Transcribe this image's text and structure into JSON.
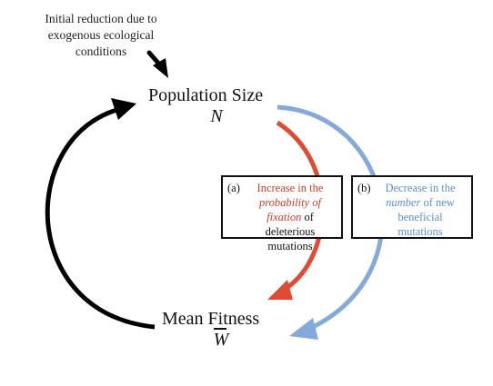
{
  "note": {
    "line1": "Initial reduction due to",
    "line2": "exogenous ecological",
    "line3": "conditions"
  },
  "top_node": {
    "title": "Population Size",
    "symbol": "N"
  },
  "bottom_node": {
    "title": "Mean Fitness",
    "symbol_base": "W",
    "symbol_bar": "̄"
  },
  "box_a": {
    "tag": "(a)",
    "text1": "Increase in the",
    "text2_italic": "probability of",
    "text3_italic": "fixation",
    "text3_rest": " of",
    "text4": "deleterious mutations"
  },
  "box_b": {
    "tag": "(b)",
    "text1": "Decrease in the",
    "text2_italic": "number",
    "text2_rest": " of new",
    "text3": "beneficial mutations"
  },
  "colors": {
    "red_arrow": "#e04b33",
    "blue_arrow": "#86a9dc",
    "black_arrow": "#000000"
  }
}
